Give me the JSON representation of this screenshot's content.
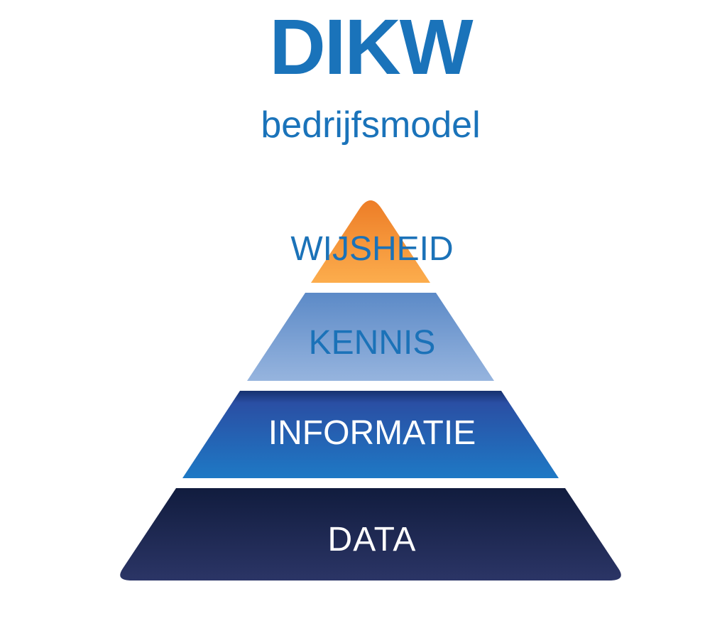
{
  "page": {
    "background_color": "#ffffff"
  },
  "header": {
    "title": "DIKW",
    "subtitle": "bedrijfsmodel",
    "title_color": "#1a73ba",
    "subtitle_color": "#1a73ba"
  },
  "pyramid": {
    "description": "DIKW pyramid with four stacked levels, top to bottom",
    "levels": [
      {
        "id": "wijsheid",
        "label": "WIJSHEID",
        "label_color": "#1b72b8",
        "color_top": "#ed7d27",
        "color_bottom": "#fcad4d"
      },
      {
        "id": "kennis",
        "label": "KENNIS",
        "label_color": "#1b72b8",
        "color_top": "#5c8ac7",
        "color_bottom": "#96b4de"
      },
      {
        "id": "informatie",
        "label": "INFORMATIE",
        "label_color": "#ffffff",
        "color_top": "#16316f",
        "color_mid": "#2a4fa4",
        "color_bottom": "#1e79c5"
      },
      {
        "id": "data",
        "label": "DATA",
        "label_color": "#ffffff",
        "color_top": "#111c3e",
        "color_bottom": "#2b3566"
      }
    ]
  }
}
